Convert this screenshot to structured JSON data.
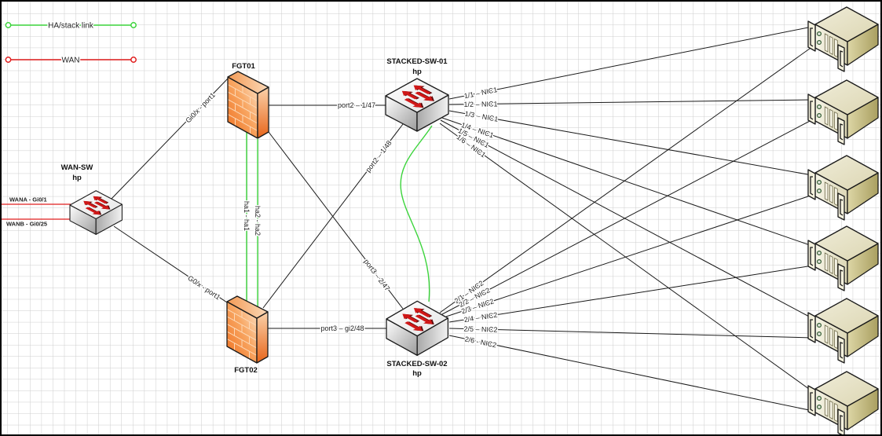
{
  "diagram": {
    "title": "Network topology"
  },
  "colors": {
    "ha_stack_link": "#3cd43c",
    "wan_link": "#e01e1e",
    "connector": "#1a1a1a"
  },
  "legend": {
    "ha_stack_link": "HA/stack link",
    "wan": "WAN"
  },
  "devices": {
    "wan_sw": {
      "name": "WAN-SW",
      "vendor": "hp",
      "icon": "switch-icon"
    },
    "fgt01": {
      "name": "FGT01",
      "icon": "firewall-icon"
    },
    "fgt02": {
      "name": "FGT02",
      "icon": "firewall-icon"
    },
    "stacked_sw_01": {
      "name": "STACKED-SW-01",
      "vendor": "hp",
      "icon": "switch-icon"
    },
    "stacked_sw_02": {
      "name": "STACKED-SW-02",
      "vendor": "hp",
      "icon": "switch-icon"
    },
    "servers": [
      {
        "icon": "server-icon"
      },
      {
        "icon": "server-icon"
      },
      {
        "icon": "server-icon"
      },
      {
        "icon": "server-icon"
      },
      {
        "icon": "server-icon"
      },
      {
        "icon": "server-icon"
      }
    ]
  },
  "links": {
    "wana": "WANA - Gi0/1",
    "wanb": "WANB - Gi0/25",
    "wan_sw_fgt01": "Gi0/x - port1",
    "wan_sw_fgt02": "G0/x - port1",
    "fgt01_sw01": "port2 – 1/47",
    "fgt01_sw02": "port3 – 2/47",
    "fgt02_sw01": "port2 – 1/48",
    "fgt02_sw02": "port3 – gi2/48",
    "ha1": "ha1 - ha1",
    "ha2": "ha2 - ha2"
  },
  "nic_links": {
    "stacked_sw_01": [
      "1/1 – NIC1",
      "1/2 – NIC1",
      "1/3 – NIC1",
      "1/4 – NIC1",
      "1/5 – NIC1",
      "1/6 – NIC1"
    ],
    "stacked_sw_02": [
      "2/1 – NIC2",
      "2/2 – NIC2",
      "2/3 – NIC2",
      "2/4 – NIC2",
      "2/5 – NIC2",
      "2/6 - NIC2"
    ]
  }
}
